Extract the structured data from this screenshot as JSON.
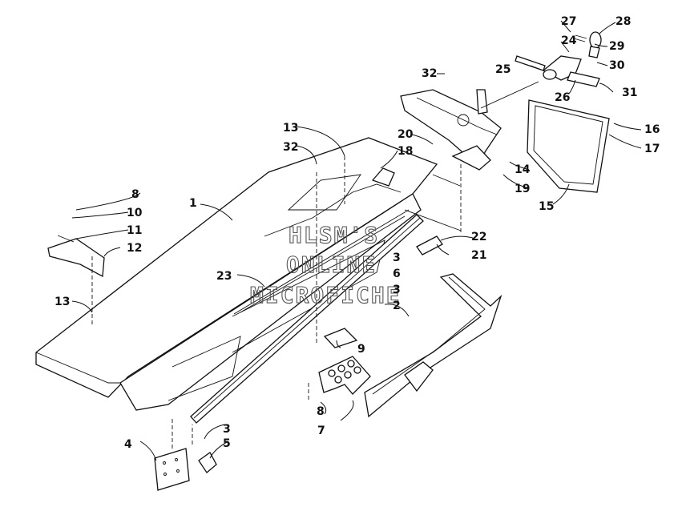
{
  "diagram": {
    "watermark_lines": [
      "HLSM'S",
      "ONLINE",
      "MICROFICHE"
    ],
    "callouts": [
      "1",
      "2",
      "3",
      "3",
      "3",
      "4",
      "5",
      "6",
      "7",
      "8",
      "8",
      "9",
      "10",
      "11",
      "12",
      "13",
      "13",
      "14",
      "15",
      "16",
      "17",
      "18",
      "19",
      "20",
      "21",
      "22",
      "23",
      "24",
      "25",
      "26",
      "27",
      "28",
      "29",
      "30",
      "31",
      "32",
      "32"
    ]
  }
}
